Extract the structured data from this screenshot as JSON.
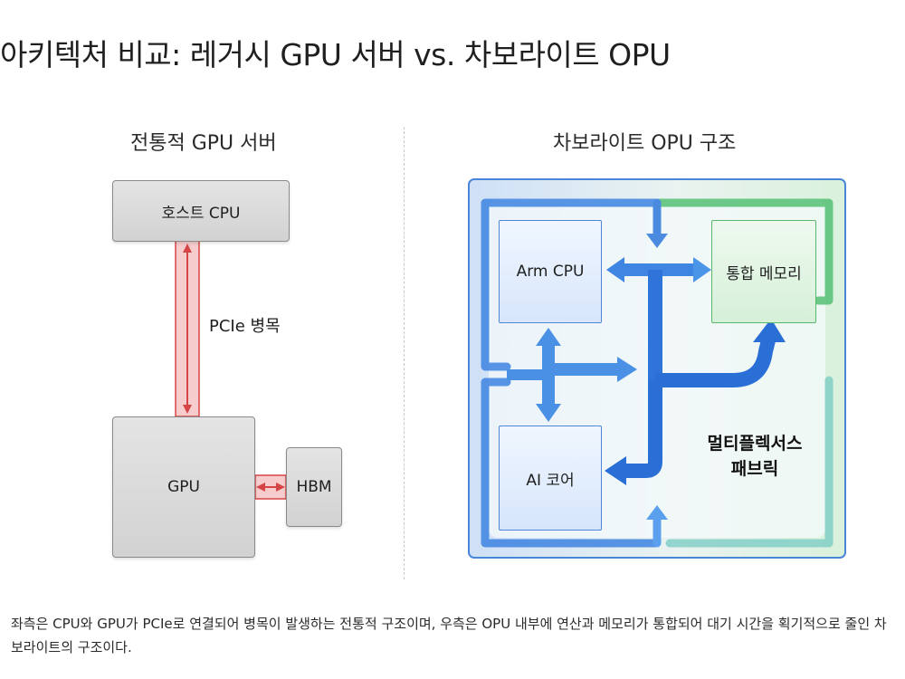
{
  "title": "아키텍처 비교: 레거시 GPU 서버 vs. 차보라이트 OPU",
  "left_panel": {
    "title": "전통적 GPU 서버",
    "host_cpu": "호스트 CPU",
    "link_label": "PCIe 병목",
    "gpu": "GPU",
    "hbm": "HBM"
  },
  "right_panel": {
    "title": "차보라이트 OPU 구조",
    "arm_cpu": "Arm CPU",
    "memory": "통합 메모리",
    "ai_core": "AI 코어",
    "fabric_line1": "멀티플렉서스",
    "fabric_line2": "패브릭"
  },
  "caption": "좌측은 CPU와 GPU가 PCIe로 연결되어 병목이 발생하는 전통적 구조이며, 우측은 OPU 내부에 연산과 메모리가 통합되어 대기 시간을 획기적으로 줄인 차보라이트의 구조이다.",
  "colors": {
    "pcie_red": "#d64545",
    "fabric_blue": "#2a6fd6",
    "fabric_green": "#5cc27a"
  }
}
